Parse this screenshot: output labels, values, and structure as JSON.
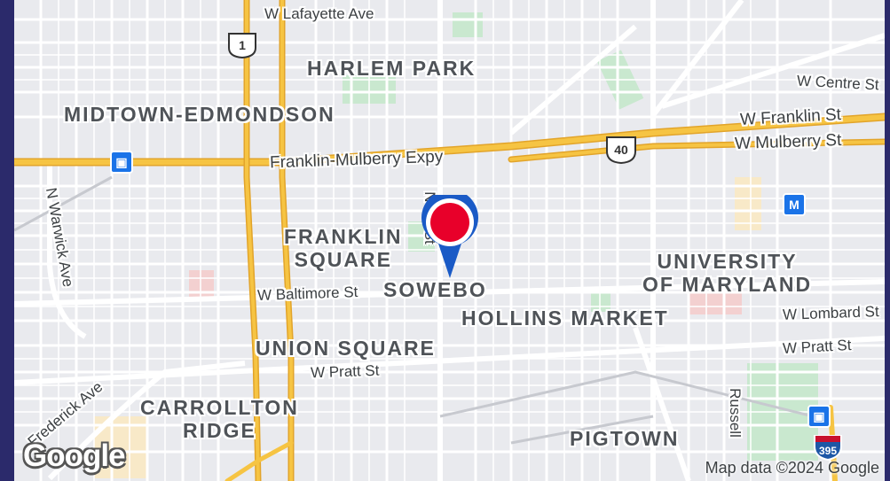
{
  "map": {
    "neighborhoods": [
      {
        "id": "harlem-park",
        "text": "HARLEM PARK"
      },
      {
        "id": "midtown-edmondson",
        "text": "MIDTOWN-EDMONDSON"
      },
      {
        "id": "franklin-square",
        "text": "FRANKLIN\nSQUARE"
      },
      {
        "id": "sowebo",
        "text": "SOWEBO"
      },
      {
        "id": "hollins-market",
        "text": "HOLLINS MARKET"
      },
      {
        "id": "university-of-maryland",
        "text": "UNIVERSITY\nOF MARYLAND"
      },
      {
        "id": "union-square",
        "text": "UNION SQUARE"
      },
      {
        "id": "carrollton-ridge",
        "text": "CARROLLTON\nRIDGE"
      },
      {
        "id": "pigtown",
        "text": "PIGTOWN"
      }
    ],
    "streets": {
      "lafayette": "W Lafayette Ave",
      "centre": "W Centre St",
      "franklin": "W Franklin St",
      "mulberry": "W Mulberry St",
      "expressway": "Franklin-Mulberry Expy",
      "warwick": "N Warwick Ave",
      "baltimore": "W Baltimore St",
      "lombard": "W Lombard St",
      "pratt_west": "W Pratt St",
      "pratt_east": "W Pratt St",
      "frederick": "Frederick Ave",
      "russell": "Russell",
      "carey": "N C   St"
    },
    "route_badges": {
      "us1": "1",
      "us40": "40",
      "i395": "395"
    },
    "transit_icons": [
      "train-icon",
      "metro-icon",
      "train-icon"
    ],
    "metro_letter": "M",
    "attribution": "Map data ©2024 Google",
    "logo": "Google",
    "colors": {
      "background": "#e9eaee",
      "highway": "#f6c443",
      "highway_edge": "#e2a42a",
      "park": "#b9e2c1",
      "pin": "#e8002a",
      "pin_ring": "#1a5ac6"
    }
  }
}
